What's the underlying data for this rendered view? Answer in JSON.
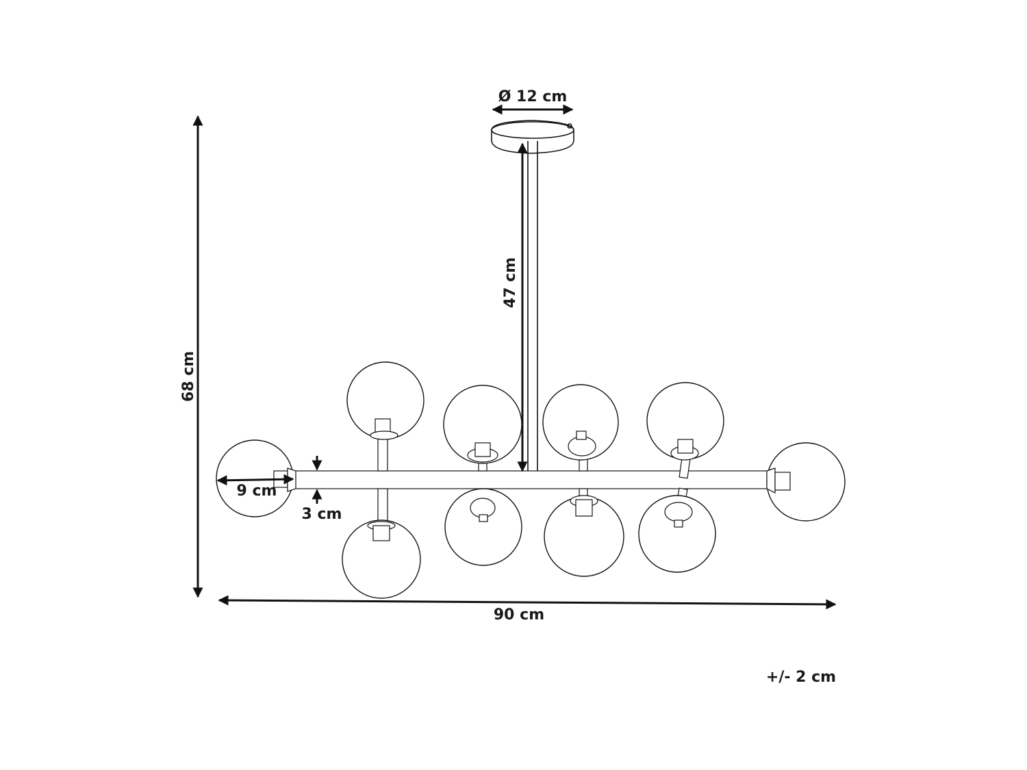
{
  "dimensions": {
    "canopy_diameter": "Ø 12 cm",
    "rod_length": "47 cm",
    "total_height": "68 cm",
    "total_width": "90 cm",
    "globe_diameter": "9 cm",
    "bar_thickness": "3 cm",
    "tolerance": "+/- 2 cm"
  },
  "colors": {
    "line": "#111111",
    "background": "#ffffff",
    "text": "#1a1a1a"
  }
}
